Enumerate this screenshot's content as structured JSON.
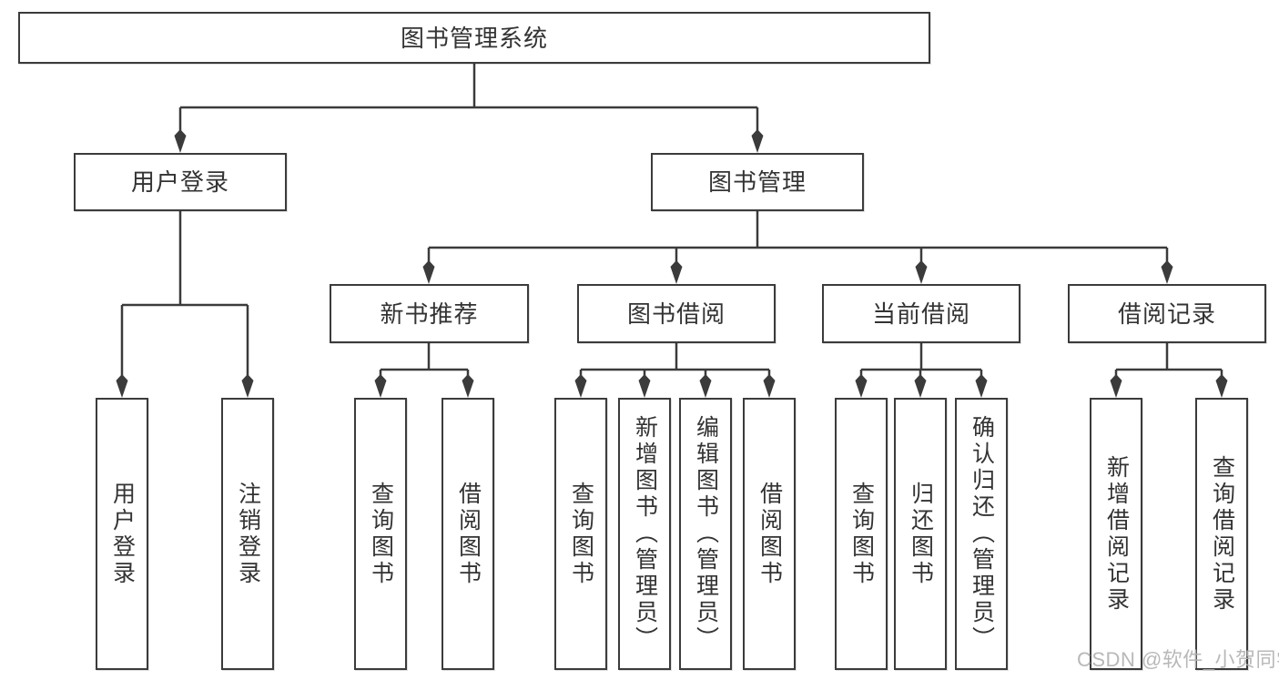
{
  "tree": {
    "root": {
      "label": "图书管理系统",
      "children": [
        {
          "label": "用户登录",
          "children": [
            {
              "label": "用户登录"
            },
            {
              "label": "注销登录"
            }
          ]
        },
        {
          "label": "图书管理",
          "children": [
            {
              "label": "新书推荐",
              "children": [
                {
                  "label": "查询图书"
                },
                {
                  "label": "借阅图书"
                }
              ]
            },
            {
              "label": "图书借阅",
              "children": [
                {
                  "label": "查询图书"
                },
                {
                  "label": "新增图书（管理员）"
                },
                {
                  "label": "编辑图书（管理员）"
                },
                {
                  "label": "借阅图书"
                }
              ]
            },
            {
              "label": "当前借阅",
              "children": [
                {
                  "label": "查询图书"
                },
                {
                  "label": "归还图书"
                },
                {
                  "label": "确认归还（管理员）"
                }
              ]
            },
            {
              "label": "借阅记录",
              "children": [
                {
                  "label": "新增借阅记录"
                },
                {
                  "label": "查询借阅记录"
                }
              ]
            }
          ]
        }
      ]
    }
  },
  "watermark": {
    "text": "CSDN @软件_小贺同学"
  },
  "colors": {
    "line": "#3b3b3b",
    "text": "#333333",
    "background": "#ffffff",
    "watermark": "#b2b2b2"
  }
}
